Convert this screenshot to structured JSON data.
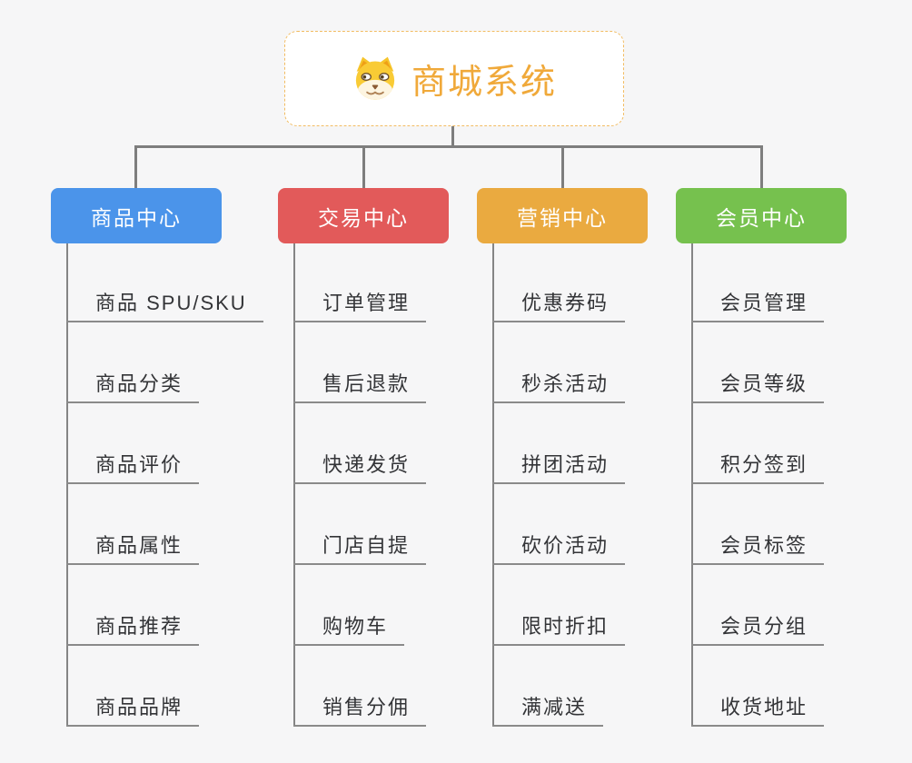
{
  "canvas": {
    "background": "#f6f6f7",
    "connector_color": "#7e7e7e",
    "underline_color": "#8a8a8a"
  },
  "root": {
    "title": "商城系统",
    "icon": "dog-face-icon",
    "text_color": "#f0a93a",
    "border_color": "#f2bc62",
    "background": "#ffffff"
  },
  "branches": [
    {
      "label": "商品中心",
      "color": "#4b94ea",
      "children": [
        "商品 SPU/SKU",
        "商品分类",
        "商品评价",
        "商品属性",
        "商品推荐",
        "商品品牌"
      ]
    },
    {
      "label": "交易中心",
      "color": "#e25a5a",
      "children": [
        "订单管理",
        "售后退款",
        "快递发货",
        "门店自提",
        "购物车",
        "销售分佣"
      ]
    },
    {
      "label": "营销中心",
      "color": "#eaaa40",
      "children": [
        "优惠券码",
        "秒杀活动",
        "拼团活动",
        "砍价活动",
        "限时折扣",
        "满减送"
      ]
    },
    {
      "label": "会员中心",
      "color": "#76c14e",
      "children": [
        "会员管理",
        "会员等级",
        "积分签到",
        "会员标签",
        "会员分组",
        "收货地址"
      ]
    }
  ]
}
